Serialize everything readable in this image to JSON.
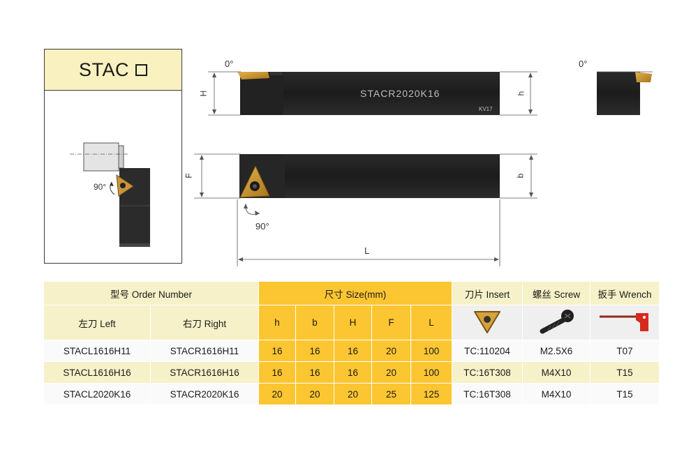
{
  "panel": {
    "title": "STAC",
    "angle": "90°"
  },
  "drawings": {
    "top_angle_left": "0°",
    "top_angle_right": "0°",
    "dim_H": "H",
    "dim_h": "h",
    "dim_F": "F",
    "dim_b": "b",
    "dim_L": "L",
    "angle_bottom": "90°",
    "shank_marking": "STACR2020K16",
    "shank_small_mark": "KV17"
  },
  "table": {
    "header": {
      "order_number": "型号 Order Number",
      "size": "尺寸 Size(mm)",
      "insert": "刀片 Insert",
      "screw": "螺丝 Screw",
      "wrench": "扳手 Wrench",
      "left": "左刀 Left",
      "right": "右刀 Right",
      "h": "h",
      "b": "b",
      "H": "H",
      "F": "F",
      "L": "L"
    },
    "icons": {
      "insert": "triangle-insert-icon",
      "screw": "screw-icon",
      "wrench": "wrench-icon"
    },
    "rows": [
      {
        "left": "STACL1616H11",
        "right": "STACR1616H11",
        "h": "16",
        "b": "16",
        "H": "16",
        "F": "20",
        "L": "100",
        "insert": "TC:110204",
        "screw": "M2.5X6",
        "wrench": "T07"
      },
      {
        "left": "STACL1616H16",
        "right": "STACR1616H16",
        "h": "16",
        "b": "16",
        "H": "16",
        "F": "20",
        "L": "100",
        "insert": "TC:16T308",
        "screw": "M4X10",
        "wrench": "T15"
      },
      {
        "left": "STACL2020K16",
        "right": "STACR2020K16",
        "h": "20",
        "b": "20",
        "H": "20",
        "F": "25",
        "L": "125",
        "insert": "TC:16T308",
        "screw": "M4X10",
        "wrench": "T15"
      }
    ]
  }
}
